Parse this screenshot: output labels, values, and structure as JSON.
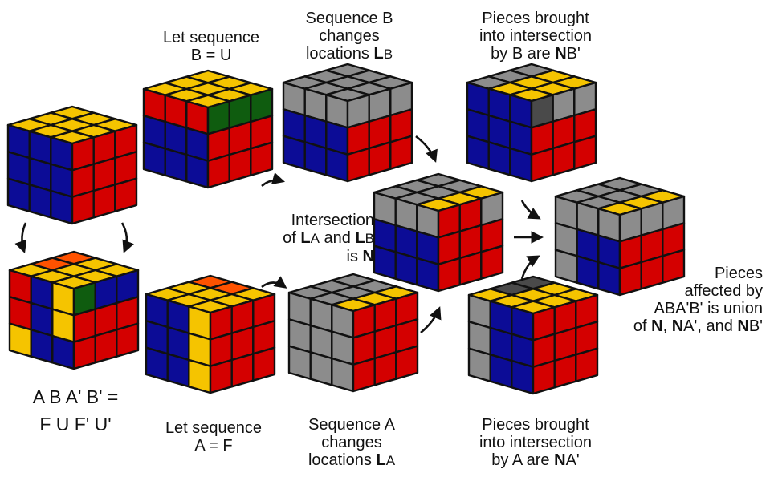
{
  "colors": {
    "yellow": "#f5c400",
    "blue": "#0c0c96",
    "red": "#d40000",
    "green": "#0f5c0f",
    "orange": "#ff5200",
    "gray": "#8c8c8c",
    "dark": "#4a4a4a",
    "edge": "#111111"
  },
  "labels": {
    "seq_b": {
      "line1": "Let sequence",
      "line2": "B = U"
    },
    "changes_b": {
      "line1": "Sequence B",
      "line2": "changes",
      "line3_text": "locations ",
      "line3_bold": "L",
      "line3_sub": "B"
    },
    "brought_b": {
      "line1": "Pieces brought",
      "line2": "into intersection",
      "line3_text": "by B are ",
      "line3_bold": "N",
      "line3_tail": "B'"
    },
    "intersection": {
      "line1": "Intersection",
      "line2_a": "of ",
      "line2_bold1": "L",
      "line2_sub1": "A",
      "line2_b": " and ",
      "line2_bold2": "L",
      "line2_sub2": "B",
      "line3_a": "is ",
      "line3_bold": "N"
    },
    "union": {
      "line1": "Pieces",
      "line2": "affected by",
      "line3": "ABA'B' is union",
      "line4_a": "of ",
      "line4_b1": "N",
      "line4_c": ", ",
      "line4_b2": "N",
      "line4_d": "A', and ",
      "line4_b3": "N",
      "line4_e": "B'"
    },
    "formula": {
      "line1": "A B A' B' =",
      "line2": "F U F' U'"
    },
    "seq_a": {
      "line1": "Let sequence",
      "line2": "A = F"
    },
    "changes_a": {
      "line1": "Sequence A",
      "line2": "changes",
      "line3_text": "locations ",
      "line3_bold": "L",
      "line3_sub": "A"
    },
    "brought_a": {
      "line1": "Pieces brought",
      "line2": "into intersection",
      "line3_text": "by A are ",
      "line3_bold": "N",
      "line3_tail": "A'"
    }
  },
  "cubes": [
    {
      "id": "solved",
      "top": [
        "Y",
        "Y",
        "Y",
        "Y",
        "Y",
        "Y",
        "Y",
        "Y",
        "Y"
      ],
      "left": [
        "B",
        "B",
        "B",
        "B",
        "B",
        "B",
        "B",
        "B",
        "B"
      ],
      "right": [
        "R",
        "R",
        "R",
        "R",
        "R",
        "R",
        "R",
        "R",
        "R"
      ]
    },
    {
      "id": "after-b",
      "top": [
        "Y",
        "Y",
        "Y",
        "Y",
        "Y",
        "Y",
        "Y",
        "Y",
        "Y"
      ],
      "left": [
        "R",
        "R",
        "R",
        "B",
        "B",
        "B",
        "B",
        "B",
        "B"
      ],
      "right": [
        "G",
        "G",
        "G",
        "R",
        "R",
        "R",
        "R",
        "R",
        "R"
      ]
    },
    {
      "id": "locations-b",
      "top": [
        "X",
        "X",
        "X",
        "X",
        "X",
        "X",
        "X",
        "X",
        "X"
      ],
      "left": [
        "X",
        "X",
        "X",
        "B",
        "B",
        "B",
        "B",
        "B",
        "B"
      ],
      "right": [
        "X",
        "X",
        "X",
        "R",
        "R",
        "R",
        "R",
        "R",
        "R"
      ]
    },
    {
      "id": "n-b-prime",
      "top": [
        "X",
        "Y",
        "Y",
        "X",
        "Y",
        "Y",
        "X",
        "Y",
        "Y"
      ],
      "left": [
        "B",
        "B",
        "B",
        "B",
        "B",
        "B",
        "B",
        "B",
        "B"
      ],
      "right": [
        "D",
        "X",
        "X",
        "R",
        "R",
        "R",
        "R",
        "R",
        "R"
      ]
    },
    {
      "id": "commutator",
      "top": [
        "O",
        "Y",
        "Y",
        "O",
        "Y",
        "Y",
        "Y",
        "Y",
        "Y"
      ],
      "left": [
        "R",
        "B",
        "Y",
        "R",
        "B",
        "Y",
        "Y",
        "B",
        "B"
      ],
      "right": [
        "G",
        "B",
        "B",
        "R",
        "R",
        "R",
        "R",
        "R",
        "R"
      ]
    },
    {
      "id": "intersection",
      "top": [
        "X",
        "X",
        "Y",
        "X",
        "X",
        "Y",
        "X",
        "X",
        "Y"
      ],
      "left": [
        "X",
        "X",
        "X",
        "B",
        "B",
        "B",
        "B",
        "B",
        "B"
      ],
      "right": [
        "R",
        "R",
        "X",
        "R",
        "R",
        "R",
        "R",
        "R",
        "R"
      ]
    },
    {
      "id": "union",
      "top": [
        "X",
        "X",
        "Y",
        "X",
        "X",
        "Y",
        "X",
        "X",
        "Y"
      ],
      "left": [
        "X",
        "X",
        "X",
        "X",
        "B",
        "B",
        "X",
        "B",
        "B"
      ],
      "right": [
        "X",
        "X",
        "X",
        "R",
        "R",
        "R",
        "R",
        "R",
        "R"
      ]
    },
    {
      "id": "after-a",
      "top": [
        "O",
        "O",
        "Y",
        "Y",
        "Y",
        "Y",
        "Y",
        "Y",
        "Y"
      ],
      "left": [
        "B",
        "B",
        "Y",
        "B",
        "B",
        "Y",
        "B",
        "B",
        "Y"
      ],
      "right": [
        "R",
        "R",
        "R",
        "R",
        "R",
        "R",
        "R",
        "R",
        "R"
      ]
    },
    {
      "id": "locations-a",
      "top": [
        "X",
        "X",
        "Y",
        "X",
        "X",
        "Y",
        "X",
        "X",
        "Y"
      ],
      "left": [
        "X",
        "X",
        "X",
        "X",
        "X",
        "X",
        "X",
        "X",
        "X"
      ],
      "right": [
        "R",
        "R",
        "R",
        "R",
        "R",
        "R",
        "R",
        "R",
        "R"
      ]
    },
    {
      "id": "n-a-prime",
      "top": [
        "D",
        "Y",
        "Y",
        "D",
        "Y",
        "Y",
        "Y",
        "Y",
        "Y"
      ],
      "left": [
        "X",
        "B",
        "B",
        "X",
        "B",
        "B",
        "X",
        "B",
        "B"
      ],
      "right": [
        "R",
        "R",
        "R",
        "R",
        "R",
        "R",
        "R",
        "R",
        "R"
      ]
    }
  ]
}
